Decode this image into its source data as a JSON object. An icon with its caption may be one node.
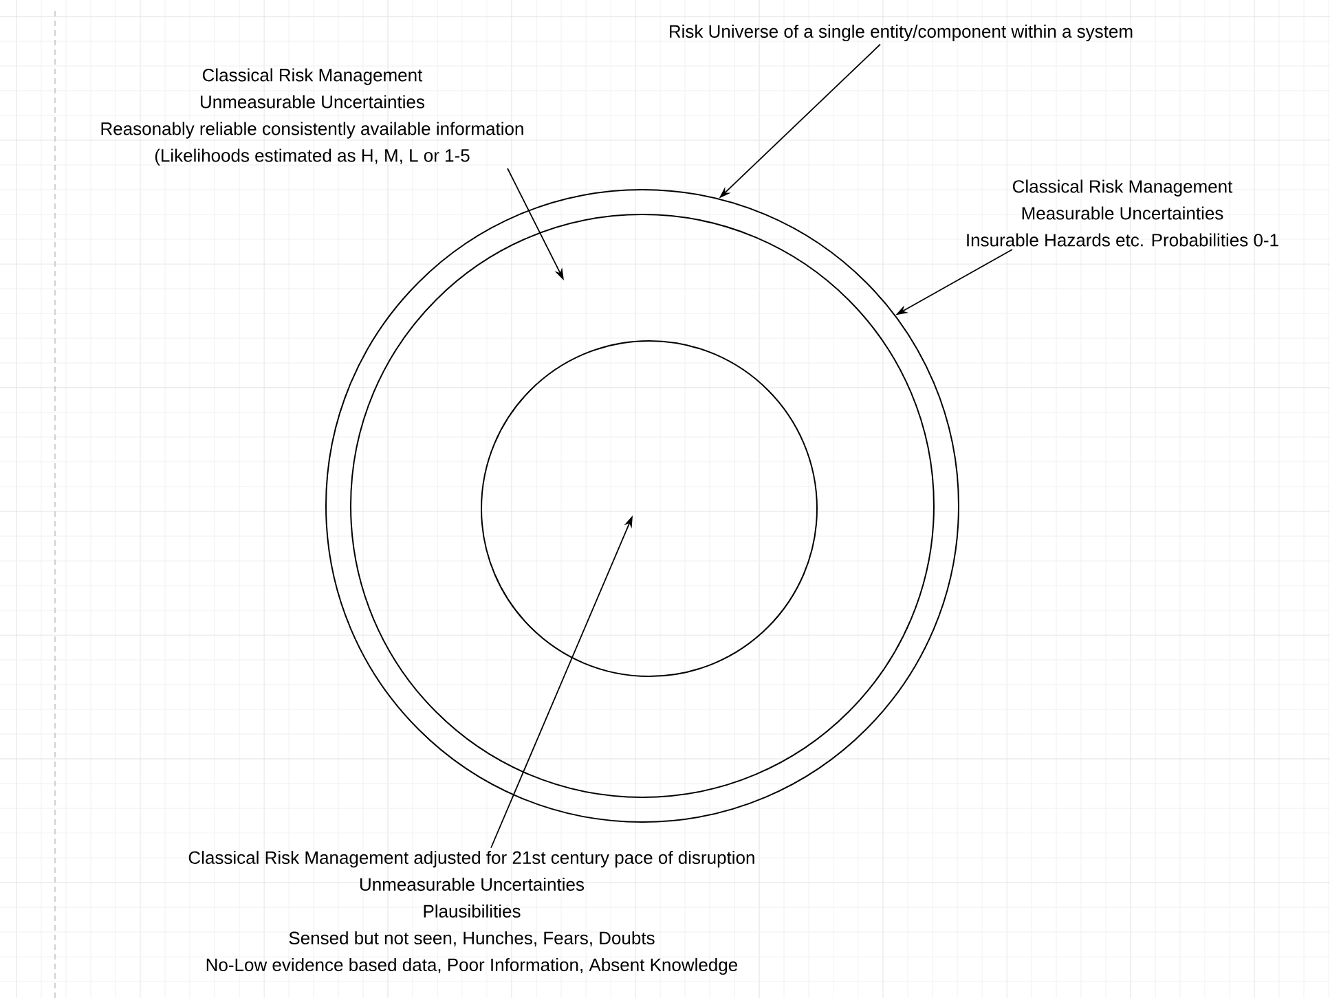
{
  "diagram": {
    "nodes": [
      {
        "text": [
          "Risk Universe of a single entity/component within a system"
        ]
      },
      {
        "text": [
          "Classical Risk Management",
          "Unmeasurable Uncertainties",
          "Reasonably reliable consistently available information",
          "(Likelihoods estimated as H, M, L or 1-5"
        ]
      },
      {
        "text": [],
        "shape": "circle"
      },
      {
        "text": [],
        "shape": "circle",
        "in": 2
      },
      {
        "text": [
          "Classical Risk Management",
          "Measurable Uncertainties",
          "Insurable Hazards etc. Probabilities 0-1"
        ]
      },
      {
        "text": [],
        "shape": "circle",
        "in": 3
      },
      {
        "text": [
          "Classical Risk Management adjusted for 21st century pace of disruption",
          "Unmeasurable Uncertainties",
          "Plausibilities",
          "Sensed but not seen, Hunches, Fears, Doubts",
          "No-Low evidence based data, Poor Information, Absent Knowledge"
        ]
      }
    ],
    "edges": [
      {
        "from": 0,
        "to": 2,
        "arrow": "to"
      },
      {
        "from": 1,
        "to": 3,
        "arrow": "to"
      },
      {
        "from": 4,
        "to": 2,
        "arrow": "to"
      },
      {
        "from": 6,
        "to": 5,
        "arrow": "to"
      }
    ]
  }
}
